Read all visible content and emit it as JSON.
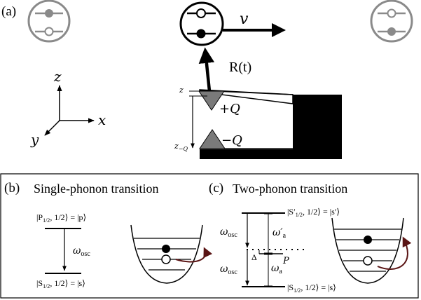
{
  "panel_a": {
    "label": "(a)",
    "velocity_label": "v",
    "force_label": "R(t)",
    "charge_plus": "+Q",
    "charge_minus": "−Q",
    "z_label": "z",
    "zq_label": "z",
    "zq_sub": "−Q",
    "axes": {
      "x": "x",
      "y": "y",
      "z": "z"
    }
  },
  "panel_b": {
    "label": "(b)",
    "title": "Single-phonon transition",
    "upper_state": "|P",
    "upper_state_sub": "1/2",
    "upper_state_rest": ", 1/2⟩ = |p⟩",
    "lower_state": "|S",
    "lower_state_sub": "1/2",
    "lower_state_rest": ", 1/2⟩ = |s⟩",
    "omega": "ω",
    "omega_sub": "osc"
  },
  "panel_c": {
    "label": "(c)",
    "title": "Two-phonon transition",
    "upper_state": "|S′",
    "upper_state_sub": "1/2",
    "upper_state_rest": ", 1/2⟩ = |s′⟩",
    "lower_state": "|S",
    "lower_state_sub": "1/2",
    "lower_state_rest": ", 1/2⟩ = |s⟩",
    "omega_osc": "ω",
    "omega_osc_sub": "osc",
    "omega_a_prime": "ω′",
    "omega_a_prime_sub": "a",
    "omega_a": "ω",
    "omega_a_sub": "a",
    "delta": "Δ",
    "p_label": "P"
  }
}
